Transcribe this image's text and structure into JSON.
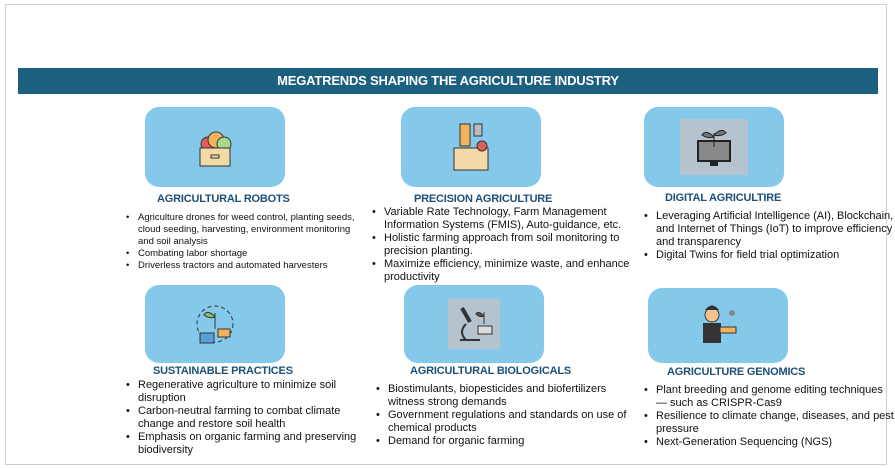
{
  "title": "MEGATRENDS SHAPING THE AGRICULTURE INDUSTRY",
  "cards": [
    {
      "title": "AGRICULTURAL ROBOTS",
      "icon": "fruit-crate-icon",
      "bullets": [
        "Agriculture drones for weed control, planting seeds, cloud seeding, harvesting, environment monitoring and soil analysis",
        "Combating labor shortage",
        "Driverless tractors and automated harvesters"
      ]
    },
    {
      "title": "PRECISION AGRICULTURE",
      "icon": "farm-data-box-icon",
      "bullets": [
        "Variable Rate Technology, Farm Management Information Systems (FMIS), Auto-guidance, etc.",
        "Holistic farming approach from soil monitoring to precision planting.",
        "Maximize efficiency, minimize waste, and enhance productivity"
      ]
    },
    {
      "title": "DIGITAL AGRICULTIRE",
      "icon": "plant-monitor-icon",
      "bullets": [
        "Leveraging Artificial Intelligence (AI), Blockchain, and Internet of Things (IoT) to improve efficiency and transparency",
        "Digital Twins for field trial optimization"
      ]
    },
    {
      "title": "SUSTAINABLE PRACTICES",
      "icon": "sustainable-hand-plant-icon",
      "bullets": [
        "Regenerative agriculture to minimize soil disruption",
        "Carbon-neutral farming to combat climate change and restore soil health",
        "Emphasis on organic farming and preserving biodiversity"
      ]
    },
    {
      "title": "AGRICULTURAL BIOLOGICALS",
      "icon": "microscope-plant-icon",
      "bullets": [
        "Biostimulants, biopesticides and biofertilizers witness strong demands",
        "Government regulations and standards on use of chemical products",
        "Demand for organic farming"
      ]
    },
    {
      "title": "AGRICULTURE GENOMICS",
      "icon": "scientist-icon",
      "bullets": [
        "Plant breeding and genome editing techniques — such as CRISPR-Cas9",
        "Resilience to climate change, diseases, and pest pressure",
        "Next-Generation Sequencing (NGS)"
      ]
    }
  ]
}
